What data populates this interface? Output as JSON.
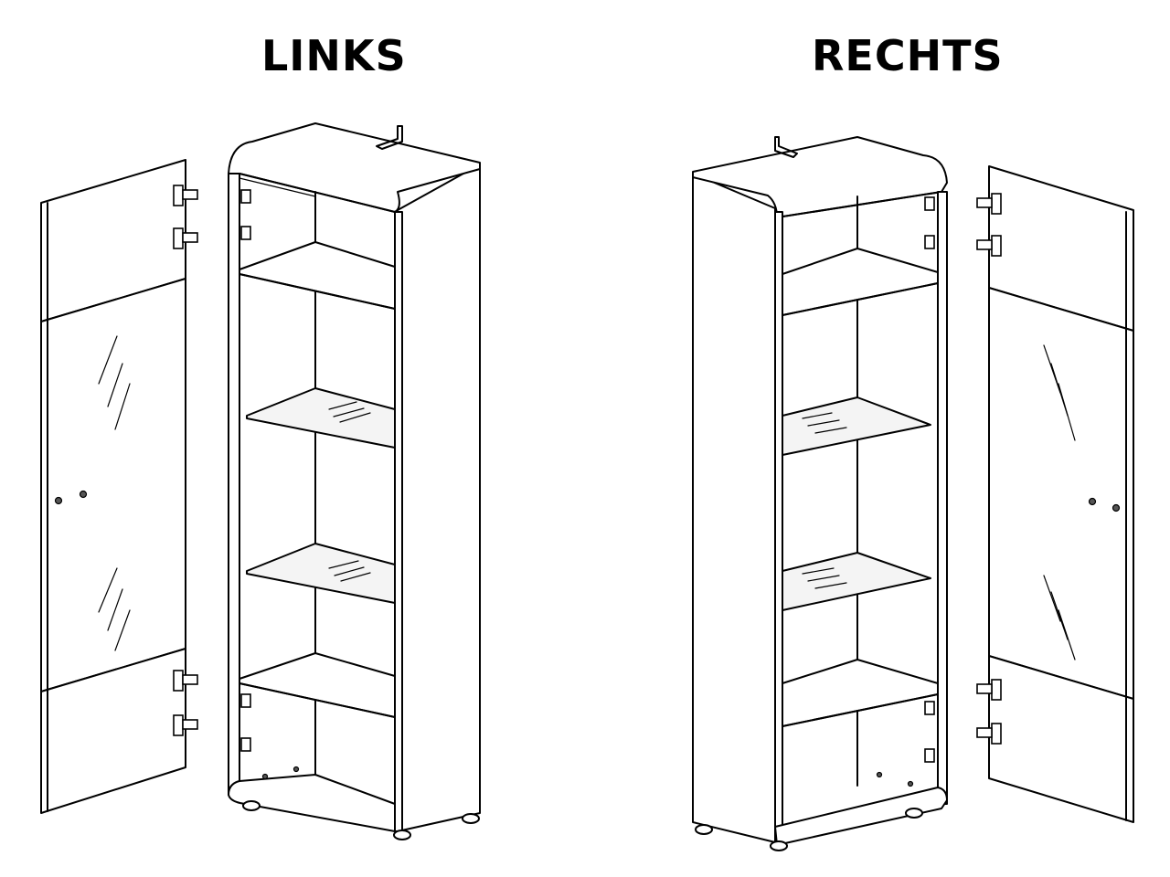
{
  "labels": {
    "left": "LINKS",
    "right": "RECHTS"
  },
  "variants": [
    {
      "id": "left",
      "door_side": "left",
      "hinges_per_group": 2,
      "shelves_glass": 2,
      "shelves_wood": 2
    },
    {
      "id": "right",
      "door_side": "right",
      "hinges_per_group": 2,
      "shelves_glass": 2,
      "shelves_wood": 2
    }
  ],
  "colors": {
    "line": "#000000",
    "background": "#ffffff"
  }
}
